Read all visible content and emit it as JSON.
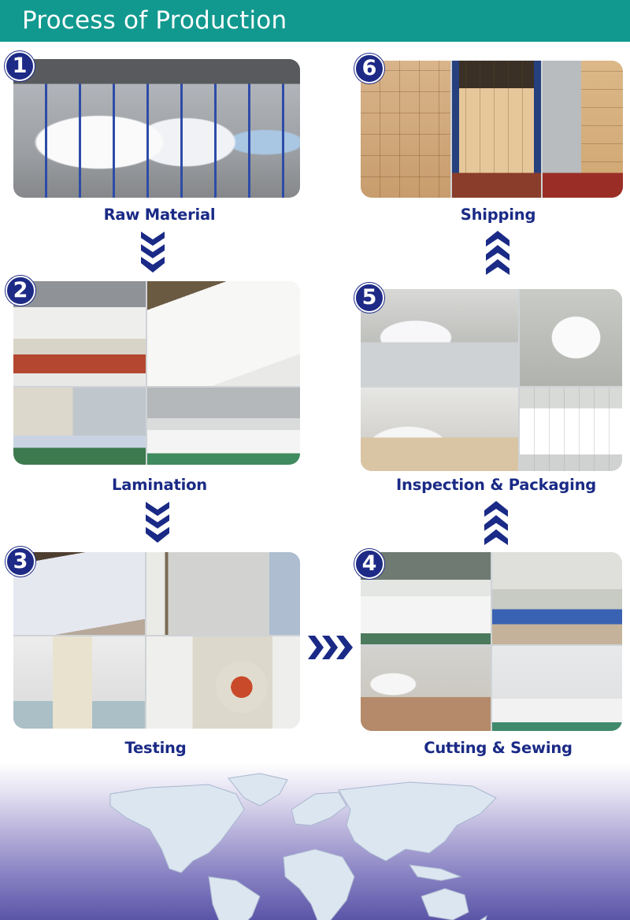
{
  "header": {
    "title": "Process of Production",
    "background_color": "#11998f",
    "text_color": "#ffffff"
  },
  "accent_color": "#1a2a86",
  "steps": [
    {
      "number": "1",
      "label": "Raw Material",
      "photos": [
        "warehouse with stacked fabric rolls on blue racks"
      ],
      "next_arrow": "chevron-down"
    },
    {
      "number": "2",
      "label": "Lamination",
      "photos": [
        "lamination machine line",
        "white fabric feeding over roller",
        "coating machine",
        "workers with large white fabric roll"
      ],
      "next_arrow": "chevron-down"
    },
    {
      "number": "3",
      "label": "Testing",
      "photos": [
        "fabric inspection machine",
        "inspection station",
        "hydrostatic pressure tester",
        "industrial washing machines"
      ],
      "next_arrow": "chevron-right"
    },
    {
      "number": "4",
      "label": "Cutting & Sewing",
      "photos": [
        "cutting table",
        "sewing workshop line",
        "sewing machine close-up",
        "sewing room with workers"
      ],
      "next_arrow": "chevron-up"
    },
    {
      "number": "5",
      "label": "Inspection & Packaging",
      "photos": [
        "workers inspecting white products",
        "folding products on table",
        "packing on table",
        "stacked packaged products"
      ],
      "next_arrow": "chevron-up"
    },
    {
      "number": "6",
      "label": "Shipping",
      "photos": [
        "cartons inside container",
        "loaded container on truck (blue)",
        "loaded container on truck (grey)"
      ]
    }
  ],
  "footer": {
    "graphic": "world map",
    "gradient": [
      "#ffffff",
      "#5b55a8"
    ]
  }
}
